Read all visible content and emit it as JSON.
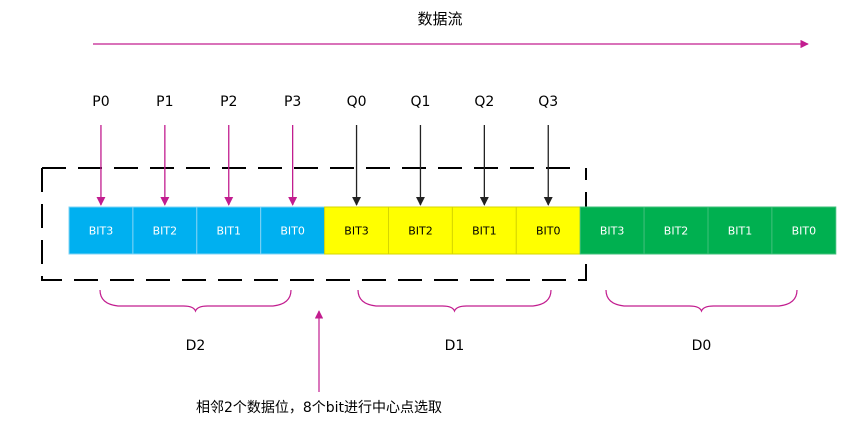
{
  "title": "数据流",
  "colors": {
    "magenta": "#c21d8f",
    "blue": "#00b0f0",
    "yellow": "#ffff00",
    "green": "#00b050",
    "dark_arrow": "#222222",
    "dash": "#000000"
  },
  "sample_points": [
    {
      "label": "P0",
      "color": "magenta"
    },
    {
      "label": "P1",
      "color": "magenta"
    },
    {
      "label": "P2",
      "color": "magenta"
    },
    {
      "label": "P3",
      "color": "magenta"
    },
    {
      "label": "Q0",
      "color": "dark"
    },
    {
      "label": "Q1",
      "color": "dark"
    },
    {
      "label": "Q2",
      "color": "dark"
    },
    {
      "label": "Q3",
      "color": "dark"
    }
  ],
  "groups": [
    {
      "name": "D2",
      "color": "blue",
      "cells": [
        "BIT3",
        "BIT2",
        "BIT1",
        "BIT0"
      ]
    },
    {
      "name": "D1",
      "color": "yellow",
      "cells": [
        "BIT3",
        "BIT2",
        "BIT1",
        "BIT0"
      ]
    },
    {
      "name": "D0",
      "color": "green",
      "cells": [
        "BIT3",
        "BIT2",
        "BIT1",
        "BIT0"
      ]
    }
  ],
  "note": "相邻2个数据位，8个bit进行中心点选取"
}
